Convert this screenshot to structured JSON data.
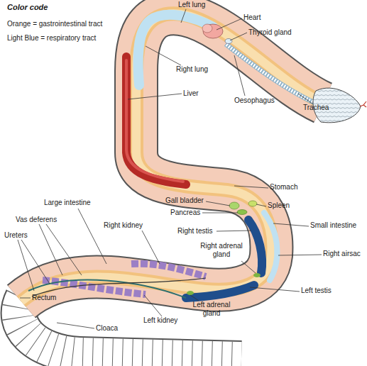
{
  "diagram": {
    "labels": [
      "Color code",
      "Orange = gastrointestinal tract",
      "Light Blue = respiratory tract",
      "Left lung",
      "Heart",
      "Thyroid gland",
      "Right lung",
      "Liver",
      "Oesophagus",
      "Trachea",
      "Stomach",
      "Gall bladder",
      "Spleen",
      "Pancreas",
      "Small intestine",
      "Right testis",
      "Right adrenal gland",
      "Right airsac",
      "Large intestine",
      "Right kidney",
      "Vas deferens",
      "Ureters",
      "Rectum",
      "Cloaca",
      "Left kidney",
      "Left adrenal gland",
      "Left testis"
    ]
  }
}
